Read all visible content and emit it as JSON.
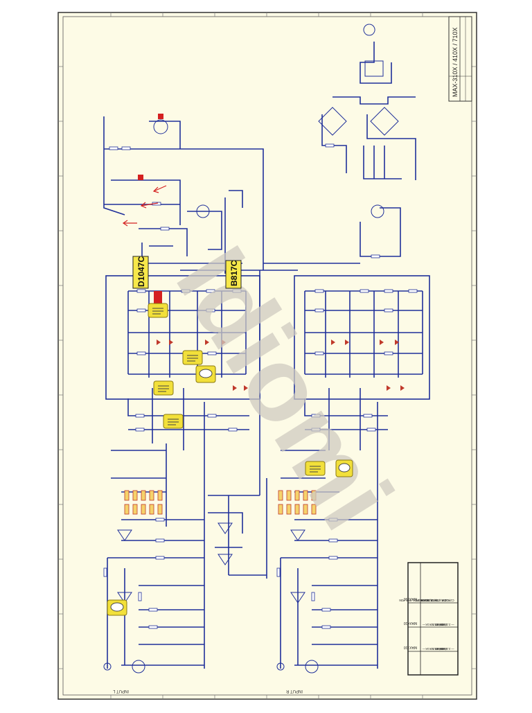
{
  "title_block": {
    "model": "MAX-310X / 410X / 710X"
  },
  "part_labels": {
    "left_transistor": "D1047C",
    "right_transistor": "B817C"
  },
  "watermark": "Idiomi",
  "variant_table": {
    "headers": [
      "MAX310",
      "MAX410",
      "MAX710"
    ],
    "rows": [
      [
        "R16, R20, R30, R36",
        "—",
        "—"
      ],
      [
        "R10, R5",
        "1K",
        "1K"
      ],
      [
        "R12, R9",
        "2K",
        "2K"
      ],
      [
        "R13, R1, 25, 27",
        "1.5",
        "1.5"
      ],
      [
        "T1, T2, T3",
        "B817",
        "B817"
      ],
      [
        "T4, T5, 21, 23",
        "D1047",
        "D1047"
      ],
      [
        "C34, C35",
        "2200/63",
        "2200/63"
      ],
      [
        "RL 3V",
        "2.2/400",
        "2.2/400"
      ],
      [
        "C2, C4",
        "—",
        "—"
      ]
    ]
  },
  "bottom_labels": {
    "left_input": "INPUT L",
    "right_input": "INPUT R"
  },
  "colors": {
    "paper": "#fdfbe6",
    "frame": "#333333",
    "wire": "#1f2f9a",
    "component": "#c0392b",
    "callout": "#f2e03a",
    "watermark": "#cfcbc0",
    "highlight": "#f7e84a"
  }
}
